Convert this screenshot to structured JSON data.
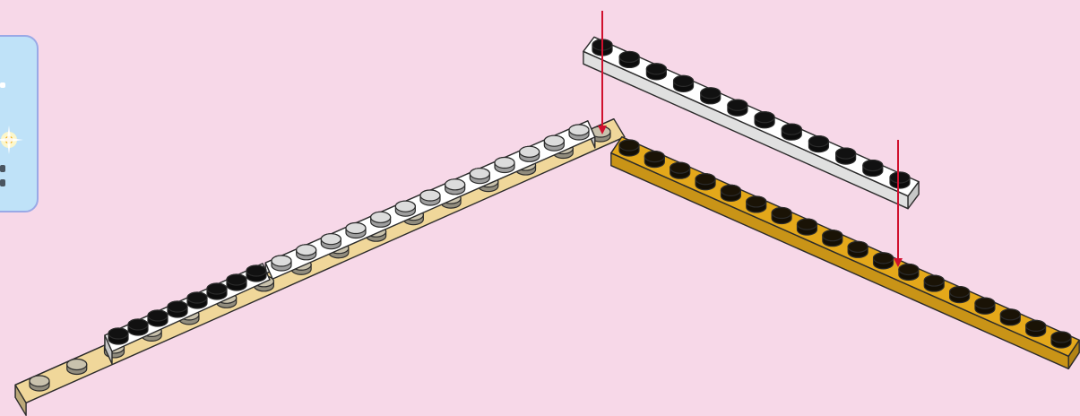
{
  "scene": {
    "background": "#f7d8e8",
    "hint_panel_fill": "#bfe2f8",
    "hint_panel_border": "#9aa9e6",
    "arrow_color": "#d0102e"
  },
  "bricks": {
    "back_left_plate": {
      "color": "#f0d79a",
      "studs": 16
    },
    "front_left_plate": {
      "color": "#ffffff",
      "studs": 8
    },
    "middle_left_plate": {
      "color": "#ffffff",
      "studs": 13
    },
    "gold_right_plate": {
      "color": "#e4a81a",
      "studs": 18
    },
    "incoming_white_plate": {
      "color": "#ffffff",
      "studs": 12
    }
  },
  "instruction": {
    "arrows": 2,
    "action": "place"
  },
  "icons": {
    "hint_panel": "sparkle-icon"
  }
}
